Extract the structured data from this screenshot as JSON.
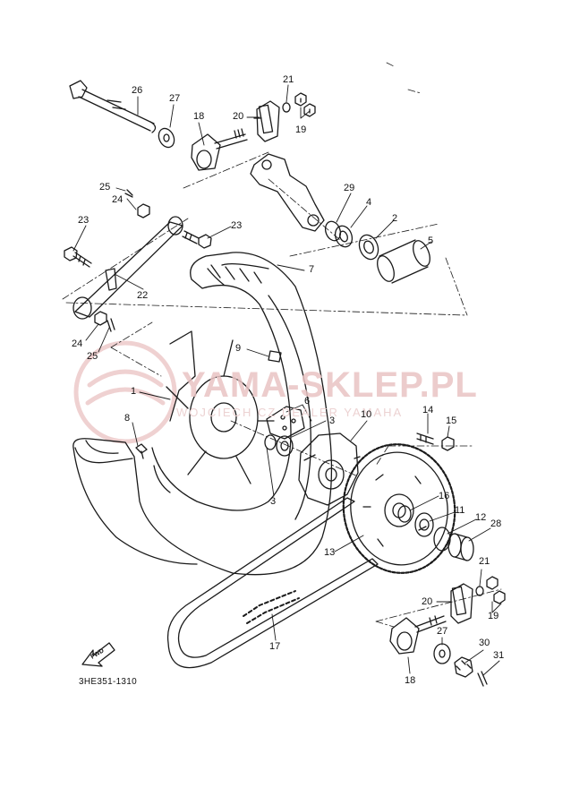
{
  "diagram": {
    "part_code": "3HE351-1310",
    "direction_tag": "FWD",
    "labels": [
      {
        "id": "26",
        "text": "26"
      },
      {
        "id": "27a",
        "text": "27"
      },
      {
        "id": "18a",
        "text": "18"
      },
      {
        "id": "20a",
        "text": "20"
      },
      {
        "id": "21a",
        "text": "21"
      },
      {
        "id": "19a",
        "text": "19"
      },
      {
        "id": "25a",
        "text": "25"
      },
      {
        "id": "24a",
        "text": "24"
      },
      {
        "id": "23a",
        "text": "23"
      },
      {
        "id": "23b",
        "text": "23"
      },
      {
        "id": "29",
        "text": "29"
      },
      {
        "id": "4",
        "text": "4"
      },
      {
        "id": "2",
        "text": "2"
      },
      {
        "id": "5",
        "text": "5"
      },
      {
        "id": "7",
        "text": "7"
      },
      {
        "id": "22",
        "text": "22"
      },
      {
        "id": "24b",
        "text": "24"
      },
      {
        "id": "25b",
        "text": "25"
      },
      {
        "id": "9",
        "text": "9"
      },
      {
        "id": "1",
        "text": "1"
      },
      {
        "id": "6",
        "text": "6"
      },
      {
        "id": "3a",
        "text": "3"
      },
      {
        "id": "3b",
        "text": "3"
      },
      {
        "id": "8",
        "text": "8"
      },
      {
        "id": "10",
        "text": "10"
      },
      {
        "id": "14",
        "text": "14"
      },
      {
        "id": "15",
        "text": "15"
      },
      {
        "id": "16",
        "text": "16"
      },
      {
        "id": "11",
        "text": "11"
      },
      {
        "id": "12",
        "text": "12"
      },
      {
        "id": "28",
        "text": "28"
      },
      {
        "id": "13",
        "text": "13"
      },
      {
        "id": "21b",
        "text": "21"
      },
      {
        "id": "20b",
        "text": "20"
      },
      {
        "id": "19b",
        "text": "19"
      },
      {
        "id": "27b",
        "text": "27"
      },
      {
        "id": "17",
        "text": "17"
      },
      {
        "id": "30",
        "text": "30"
      },
      {
        "id": "31",
        "text": "31"
      },
      {
        "id": "18b",
        "text": "18"
      }
    ]
  },
  "watermark": {
    "title": "YAMA-SKLEP.PL",
    "subtitle": "WOJCIECH CZ  DEALER YAMAHA",
    "color": "#e6b9b9"
  }
}
